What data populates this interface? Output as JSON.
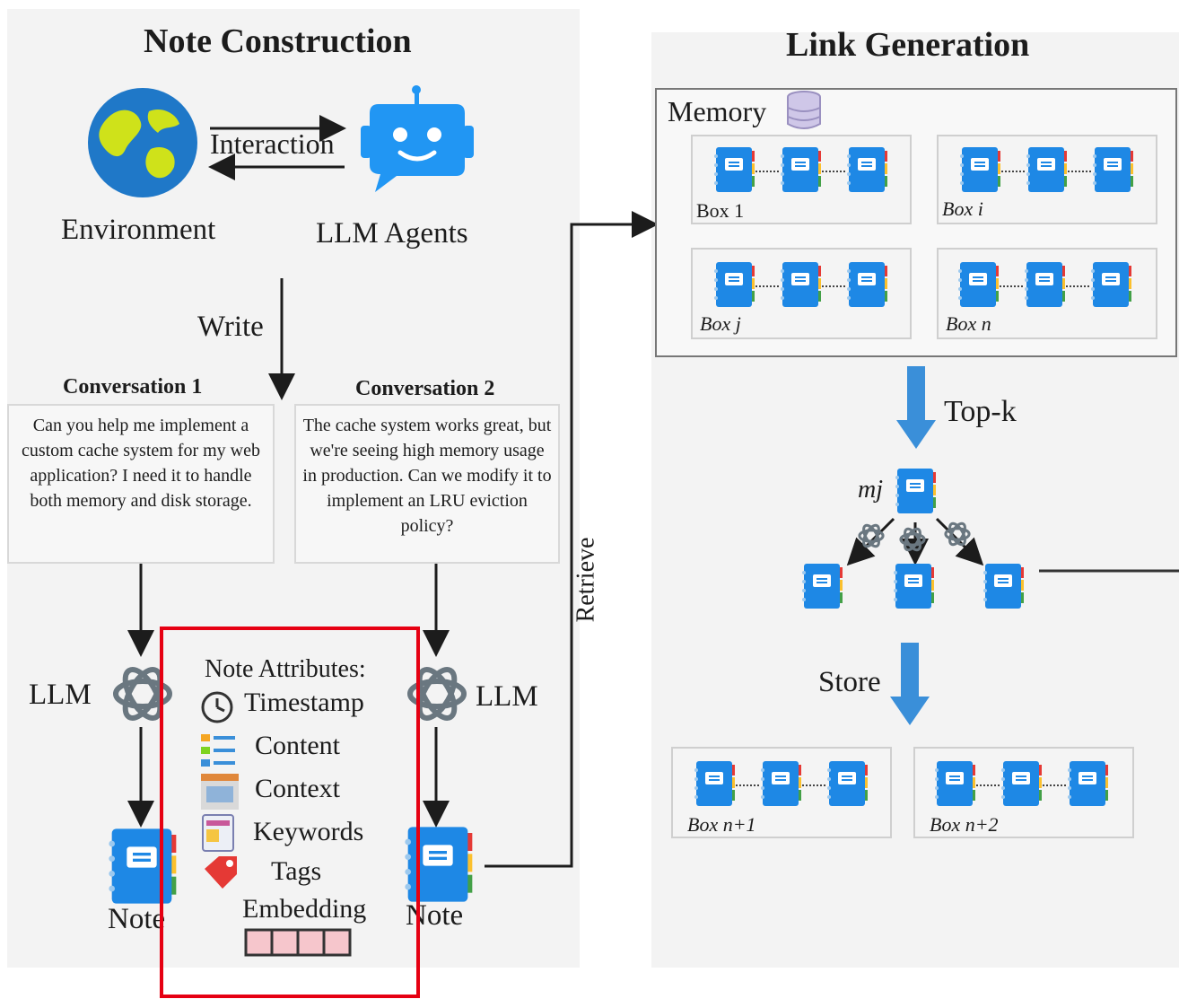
{
  "left_panel": {
    "title": "Note Construction",
    "environment_label": "Environment",
    "agents_label": "LLM Agents",
    "interaction_label": "Interaction",
    "write_label": "Write",
    "conversation1": {
      "title": "Conversation 1",
      "text": "Can you help me implement a custom cache system for my web application? I need it to handle both memory and disk storage."
    },
    "conversation2": {
      "title": "Conversation 2",
      "text": "The cache system works great, but we're seeing high memory usage in production. Can we modify it to implement an LRU eviction policy?"
    },
    "llm_left": "LLM",
    "llm_right": "LLM",
    "note_left": "Note",
    "note_right": "Note",
    "attributes": {
      "heading": "Note Attributes:",
      "items": [
        "Timestamp",
        "Content",
        "Context",
        "Keywords",
        "Tags",
        "Embedding"
      ]
    },
    "highlight_color": "#e60012"
  },
  "retrieve_label": "Retrieve",
  "right_panel": {
    "title": "Link Generation",
    "memory_label": "Memory",
    "boxes": {
      "box1": "Box 1",
      "boxi": "Box i",
      "boxj": "Box j",
      "boxn": "Box n",
      "boxn1": "Box n+1",
      "boxn2": "Box n+2"
    },
    "topk_label": "Top-k",
    "mj_label": "mj",
    "store_label": "Store"
  },
  "colors": {
    "note_blue": "#1e88e5",
    "arrow_blue": "#3a8fd9",
    "globe_blue": "#1f78c8",
    "globe_green": "#cfe21a",
    "robot_blue": "#2196f3",
    "embedding_fill": "#f6c6cc"
  }
}
